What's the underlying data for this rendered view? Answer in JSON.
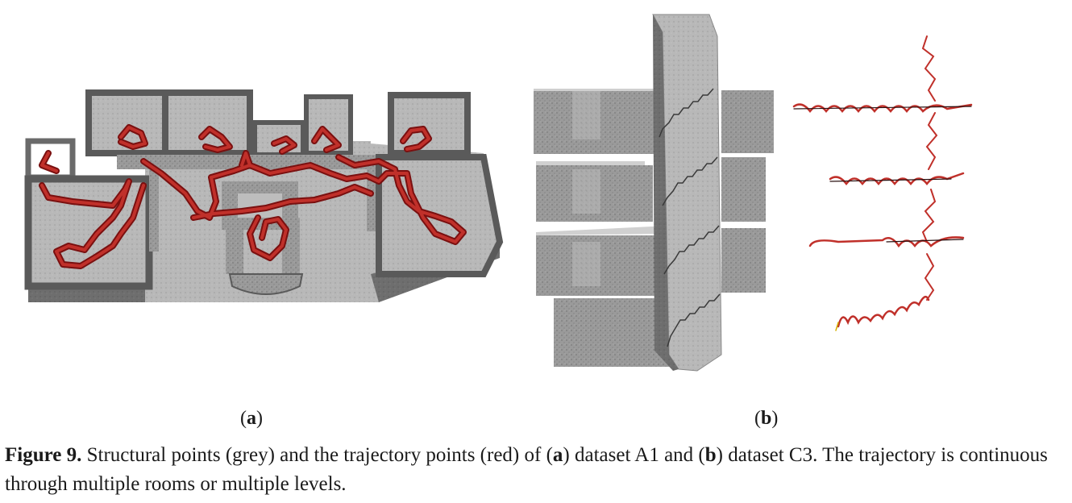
{
  "figure": {
    "panel_a_label": "a",
    "panel_b_label": "b",
    "caption_number": "Figure 9.",
    "caption_parts": [
      {
        "text": " Structural points (grey) and the trajectory points (red) of (",
        "bold": false
      },
      {
        "text": "a",
        "bold": true
      },
      {
        "text": ") dataset A1 and (",
        "bold": false
      },
      {
        "text": "b",
        "bold": true
      },
      {
        "text": ") dataset C3. The trajectory is continuous through multiple rooms or multiple levels.",
        "bold": false
      }
    ]
  },
  "colors": {
    "wall_top": "#a8a8a8",
    "wall_side": "#7b7b7b",
    "floor": "#c4c4c4",
    "trajectory": "#b22222",
    "trajectory_dark": "#7a1010"
  }
}
